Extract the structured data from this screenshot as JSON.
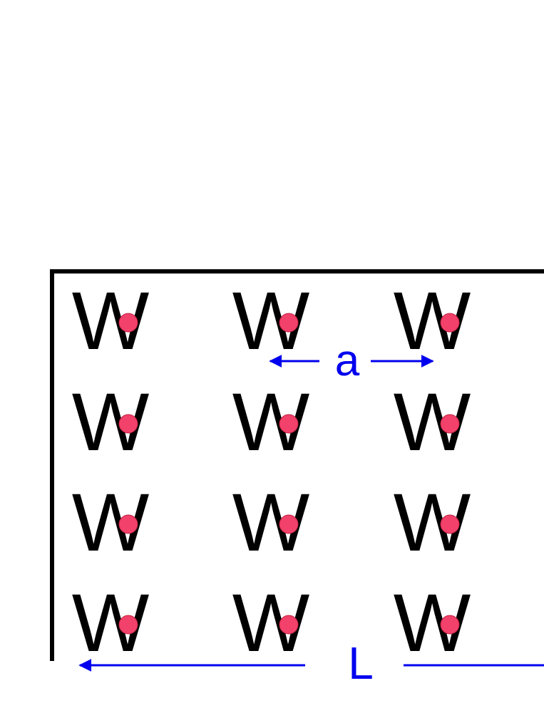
{
  "lattice": {
    "letter": "W",
    "rows": 4,
    "cols": 3
  },
  "annotations": {
    "spacing_label": "a",
    "length_label": "L"
  },
  "colors": {
    "letter": "#000000",
    "dot": "#f2416a",
    "arrow": "#0000ee",
    "frame": "#000000",
    "background": "#ffffff"
  }
}
